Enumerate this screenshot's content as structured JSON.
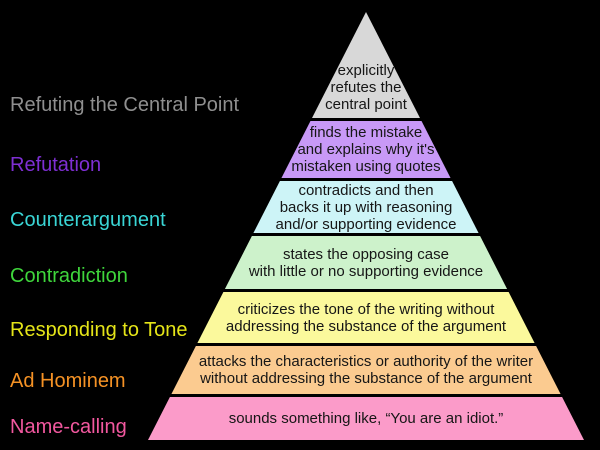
{
  "colors": {
    "background": "#000000",
    "separator_line": "#000000",
    "description_text": "#161616"
  },
  "pyramid": {
    "levels": [
      {
        "id": "refuting-the-central-point",
        "label": "Refuting the Central Point",
        "label_color": "#8f8f8f",
        "fill": "#d8d8d8",
        "description": "explicitly\nrefutes the\ncentral point"
      },
      {
        "id": "refutation",
        "label": "Refutation",
        "label_color": "#7e2fd3",
        "fill": "#c899f7",
        "description": "finds the mistake\nand explains why it's\nmistaken using quotes"
      },
      {
        "id": "counterargument",
        "label": "Counterargument",
        "label_color": "#3ad6d6",
        "fill": "#cdf4f7",
        "description": "contradicts and then\nbacks it up with reasoning\nand/or supporting evidence"
      },
      {
        "id": "contradiction",
        "label": "Contradiction",
        "label_color": "#3fd63c",
        "fill": "#cdf2cb",
        "description": "states the opposing case\nwith little or no supporting evidence"
      },
      {
        "id": "responding-to-tone",
        "label": "Responding to Tone",
        "label_color": "#e5e518",
        "fill": "#fbf99c",
        "description": "criticizes the tone of the writing without\naddressing the substance of the argument"
      },
      {
        "id": "ad-hominem",
        "label": "Ad Hominem",
        "label_color": "#f59225",
        "fill": "#fbcb90",
        "description": "attacks the characteristics or authority of the writer\nwithout addressing the substance of the argument"
      },
      {
        "id": "name-calling",
        "label": "Name-calling",
        "label_color": "#f2589f",
        "fill": "#fb9bc9",
        "description": "sounds something like, “You are an idiot.”"
      }
    ]
  }
}
